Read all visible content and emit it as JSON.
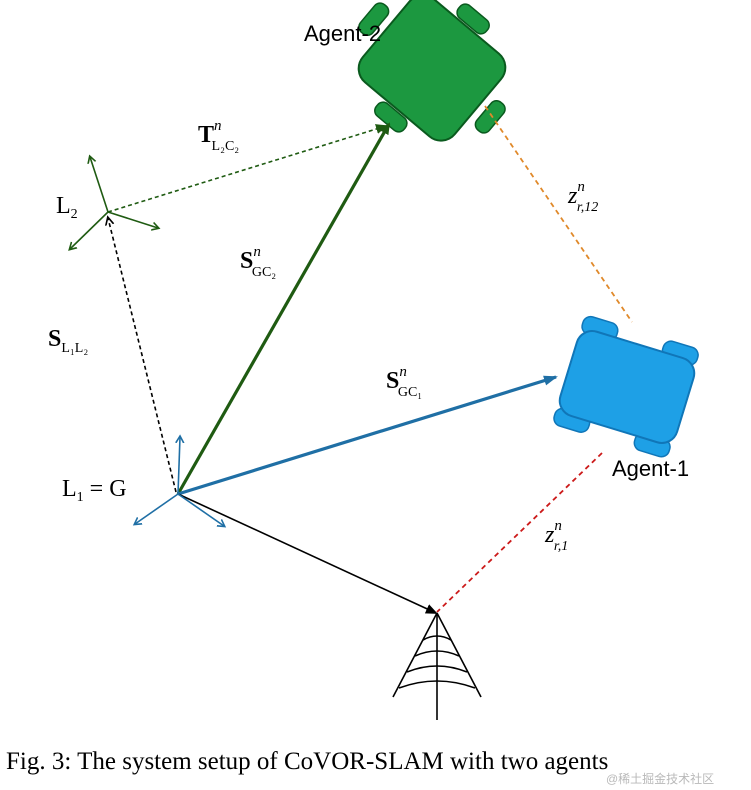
{
  "labels": {
    "agent2": "Agent-2",
    "agent1": "Agent-1",
    "l2_base": "L",
    "l2_sub": "2",
    "l1g_text": "L",
    "l1g_sub": "1",
    "l1g_rest": " = G"
  },
  "math": {
    "T": {
      "base": "T",
      "sup": "n",
      "sub": "L₂C₂"
    },
    "S_GC2": {
      "base": "S",
      "sup": "n",
      "sub": "GC₂"
    },
    "S_GC1": {
      "base": "S",
      "sup": "n",
      "sub": "GC₁"
    },
    "S_L1L2": {
      "base": "S",
      "sub": "L₁L₂"
    },
    "z_12": {
      "base": "z",
      "sup": "n",
      "sub": "r,12"
    },
    "z_1": {
      "base": "z",
      "sup": "n",
      "sub": "r,1"
    }
  },
  "colors": {
    "green_dark": "#1f5b12",
    "green_agent": "#1c9840",
    "green_agent_stroke": "#0a5a1e",
    "blue_arrow": "#1f6fa5",
    "blue_agent": "#1ea0e6",
    "blue_agent_stroke": "#1076b8",
    "orange_dash": "#e0892a",
    "red_dash": "#cc1a1a",
    "black": "#000000"
  },
  "caption": "Fig. 3: The system setup of CoVOR-SLAM with two agents",
  "watermark": "@稀土掘金技术社区"
}
